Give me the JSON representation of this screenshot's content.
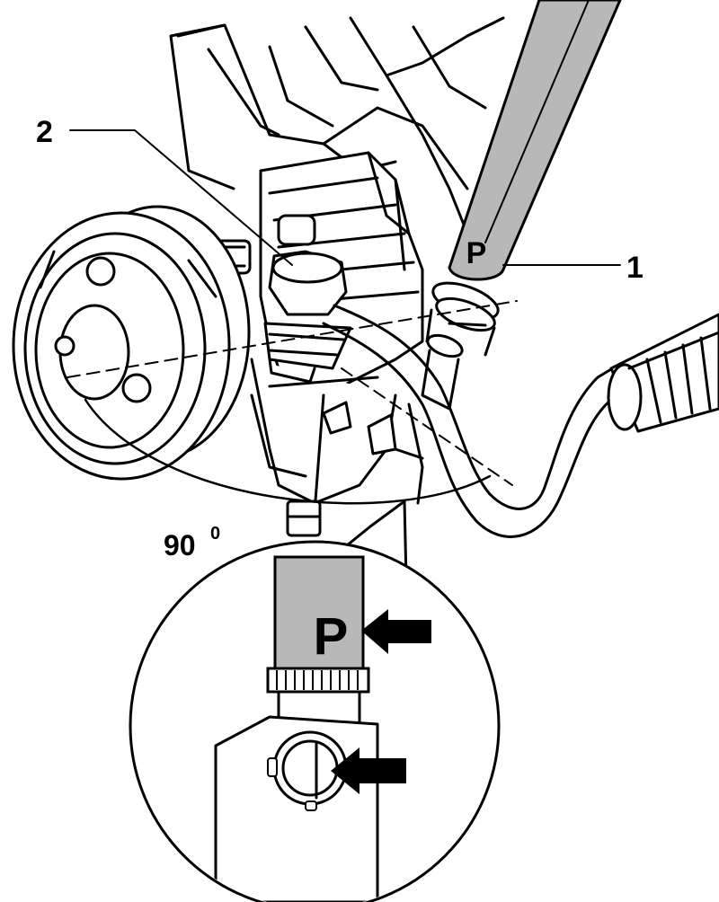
{
  "labels": {
    "callout_1": "1",
    "callout_2": "2",
    "angle": "90",
    "angle_unit": "0",
    "hose_mark_main": "P",
    "hose_mark_detail": "P"
  },
  "colors": {
    "ink": "#000000",
    "paper": "#ffffff",
    "hose_fill": "#b8b8b8"
  },
  "icons": [
    "arrow-right-icon"
  ]
}
